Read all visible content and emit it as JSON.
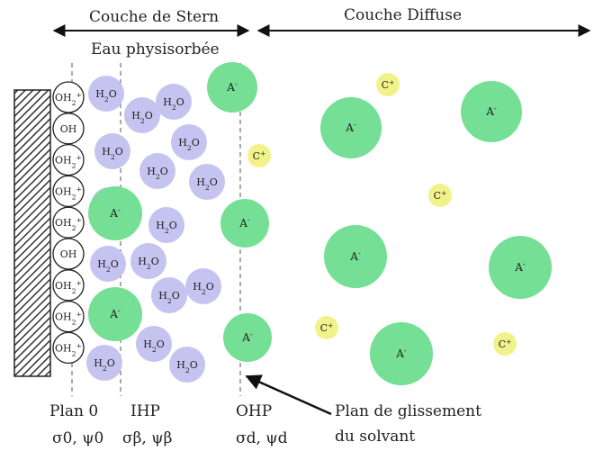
{
  "header": {
    "stern_label": "Couche de Stern",
    "diffuse_label": "Couche Diffuse",
    "eau_label": "Eau physisorbée"
  },
  "surface_groups": [
    "OH2+",
    "OH",
    "OH2+",
    "OH2+",
    "OH2+",
    "OH",
    "OH2+",
    "OH2+",
    "OH2+"
  ],
  "ions": {
    "water": "H2O",
    "anion": "A-",
    "cation": "C+"
  },
  "planes": {
    "plan0": "Plan 0",
    "plan0_sub": "σ0, ψ0",
    "ihp": "IHP",
    "ihp_sub": "σβ, ψβ",
    "ohp": "OHP",
    "ohp_sub": "σd, ψd"
  },
  "annotation": {
    "line1": "Plan de glissement",
    "line2": "du solvant"
  },
  "colors": {
    "water": "#c5c3f0",
    "anion": "#74df95",
    "cation": "#f2f28a",
    "hatch": "#333333"
  }
}
